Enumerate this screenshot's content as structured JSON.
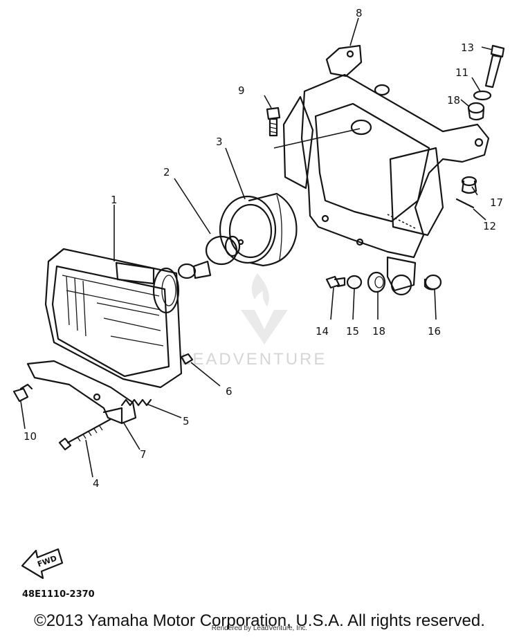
{
  "watermark": {
    "text": "LEADVENTURE"
  },
  "parts": [
    {
      "id": "callout-1",
      "label": "1"
    },
    {
      "id": "callout-2",
      "label": "2"
    },
    {
      "id": "callout-3",
      "label": "3"
    },
    {
      "id": "callout-4",
      "label": "4"
    },
    {
      "id": "callout-5",
      "label": "5"
    },
    {
      "id": "callout-6",
      "label": "6"
    },
    {
      "id": "callout-7",
      "label": "7"
    },
    {
      "id": "callout-8",
      "label": "8"
    },
    {
      "id": "callout-9",
      "label": "9"
    },
    {
      "id": "callout-10",
      "label": "10"
    },
    {
      "id": "callout-11",
      "label": "11"
    },
    {
      "id": "callout-12",
      "label": "12"
    },
    {
      "id": "callout-13",
      "label": "13"
    },
    {
      "id": "callout-14",
      "label": "14"
    },
    {
      "id": "callout-15",
      "label": "15"
    },
    {
      "id": "callout-16",
      "label": "16"
    },
    {
      "id": "callout-17",
      "label": "17"
    },
    {
      "id": "callout-18a",
      "label": "18"
    },
    {
      "id": "callout-18b",
      "label": "18"
    }
  ],
  "fwd_label": "FWD",
  "diagram_code": "48E1110-2370",
  "copyright": "©2013 Yamaha Motor Corporation, U.S.A. All rights reserved.",
  "rendered_by": "Rendered by LeadVenture, Inc."
}
